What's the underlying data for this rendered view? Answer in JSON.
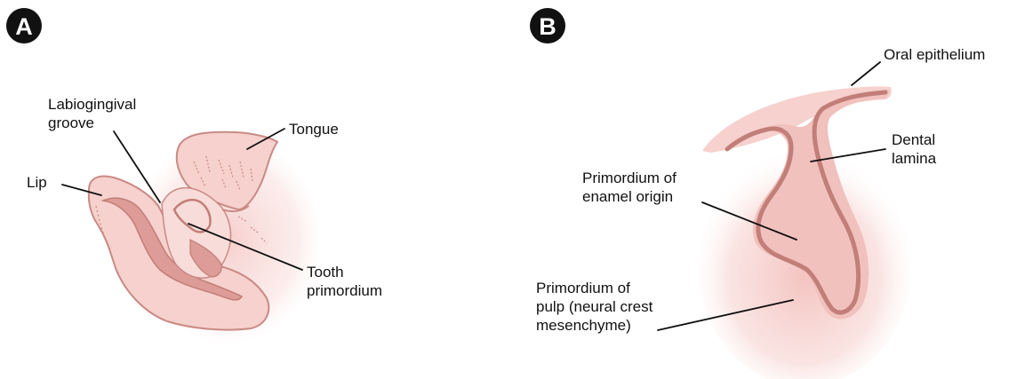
{
  "panels": [
    {
      "letter": "A"
    },
    {
      "letter": "B"
    }
  ],
  "labels": {
    "a": {
      "labiogingival_line1": "Labiogingival",
      "labiogingival_line2": "groove",
      "tongue": "Tongue",
      "lip": "Lip",
      "tooth_line1": "Tooth",
      "tooth_line2": "primordium"
    },
    "b": {
      "oral_epithelium": "Oral epithelium",
      "dental_line1": "Dental",
      "dental_line2": "lamina",
      "enamel_line1": "Primordium of",
      "enamel_line2": "enamel origin",
      "pulp_line1": "Primordium of",
      "pulp_line2": "pulp (neural crest",
      "pulp_line3": "mesenchyme)"
    }
  },
  "colors": {
    "tissue_fill": "#f6d1cd",
    "tissue_outline": "#c98a86",
    "epithelium_band": "#d48f8a",
    "mesenchyme_glow": "#f3c3c0",
    "badge": "#111111"
  }
}
